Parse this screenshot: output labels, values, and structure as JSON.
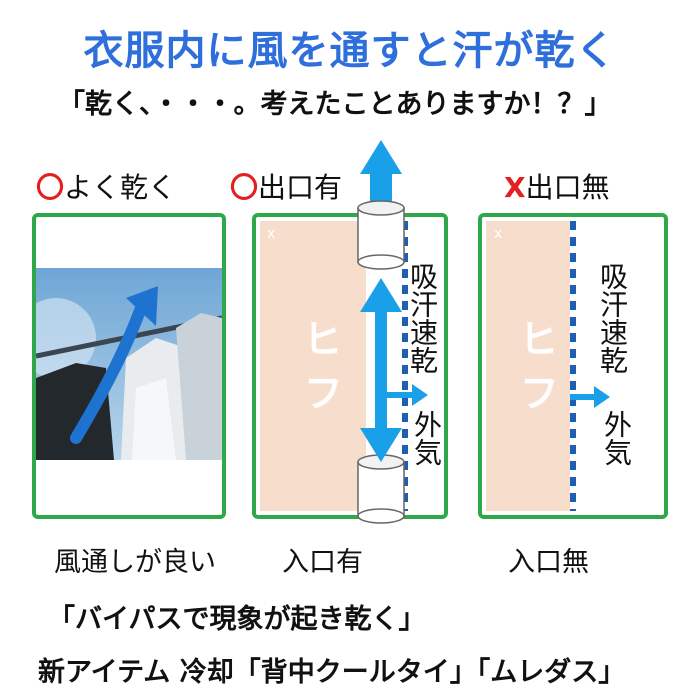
{
  "title": "衣服内に風を通すと汗が乾く",
  "subtitle": "「乾く、・・・。考えたことありますか！？」",
  "panels": {
    "left": {
      "mark": "〇",
      "label": "よく乾く",
      "caption": "風通しが良い"
    },
    "middle": {
      "mark": "〇",
      "label": "出口有",
      "caption": "入口有",
      "skin": "ヒフ",
      "side_top": "吸汗速乾",
      "side_bottom": "外気"
    },
    "right": {
      "mark": "X",
      "label": "出口無",
      "caption": "入口無",
      "skin": "ヒフ",
      "side_top": "吸汗速乾",
      "side_bottom": "外気"
    }
  },
  "bottom": {
    "line1": "「バイパスで現象が起き乾く」",
    "line2": "新アイテム 冷却「背中クールタイ」「ムレダス」"
  },
  "colors": {
    "title": "#2f6fdc",
    "panel_border": "#2ea84a",
    "arrow": "#1aa0e8",
    "skin": "#f7ddcc",
    "mark": "#e32020",
    "dots": "#1f5fb0"
  }
}
